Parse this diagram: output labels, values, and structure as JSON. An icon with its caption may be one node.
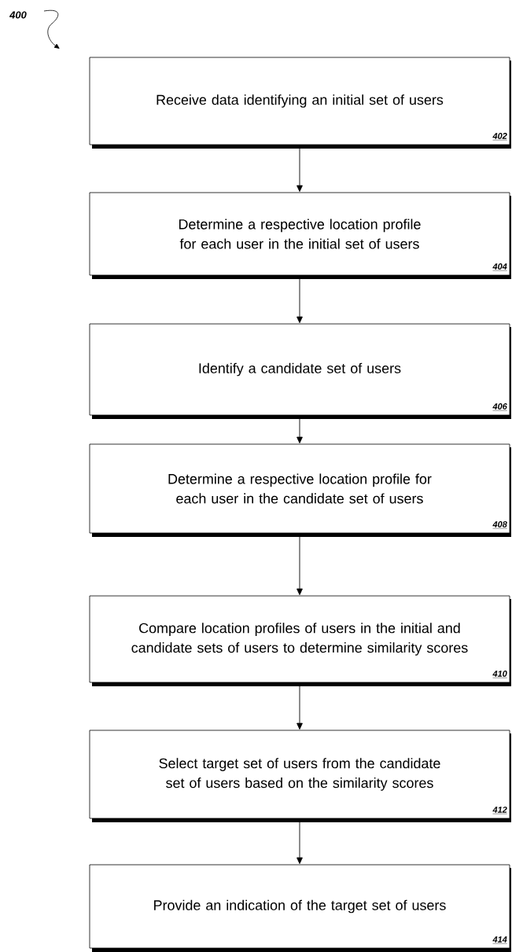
{
  "diagram": {
    "nodes": [
      {
        "text": [
          "Receive data identifying an initial set of users",
          "402"
        ]
      },
      {
        "text": [
          "Determine a respective location profile for each user in the initial set of users",
          "404"
        ]
      },
      {
        "text": [
          "Identify a candidate set of users",
          "406"
        ]
      },
      {
        "text": [
          "Determine a respective location profile for each user in the candidate set of users",
          "408"
        ]
      },
      {
        "text": [
          "Compare location profiles of users in the initial and candidate sets of users to determine similarity scores",
          "410"
        ]
      },
      {
        "text": [
          "Select target set of users from the candidate set of users based on the similarity scores",
          "412"
        ]
      },
      {
        "text": [
          "Provide an indication of the target set of users",
          "414"
        ]
      }
    ],
    "edges": [
      {
        "from": 0,
        "to": 1,
        "arrow": "to"
      },
      {
        "from": 1,
        "to": 2,
        "arrow": "to"
      },
      {
        "from": 2,
        "to": 3,
        "arrow": "to"
      },
      {
        "from": 3,
        "to": 4,
        "arrow": "to"
      },
      {
        "from": 4,
        "to": 5,
        "arrow": "to"
      },
      {
        "from": 5,
        "to": 6,
        "arrow": "to"
      }
    ],
    "labels": [
      "400"
    ]
  }
}
